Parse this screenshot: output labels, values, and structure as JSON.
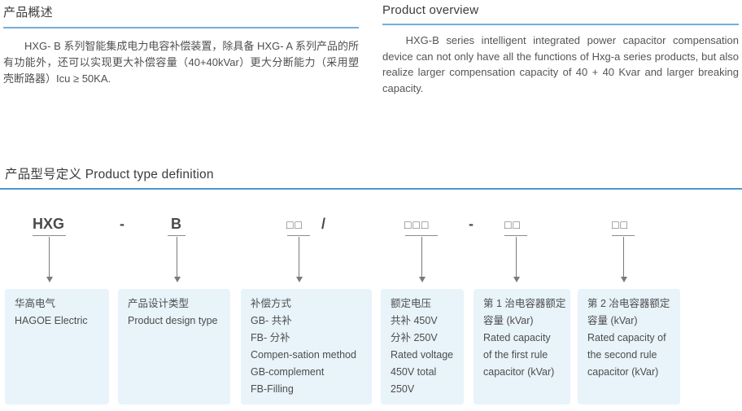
{
  "overview_zh": {
    "title": "产品概述",
    "body": "HXG- B 系列智能集成电力电容补偿装置，除具备 HXG- A 系列产品的所有功能外，还可以实现更大补偿容量（40+40kVar）更大分断能力（采用塑壳断路器）Icu ≥ 50KA."
  },
  "overview_en": {
    "title": "Product overview",
    "body": "HXG-B series intelligent integrated power capacitor compensation device can not only have all the functions of Hxg-a series products, but also realize larger compensation capacity of 40 + 40 Kvar and larger breaking capacity."
  },
  "definition": {
    "title": "产品型号定义 Product type definition",
    "model": {
      "brand": "HXG",
      "dash1": "-",
      "type": "B",
      "squares2": "□□",
      "slash": "/",
      "squares3": "□□□",
      "dash2": "-",
      "squares2a": "□□",
      "squares2b": "□□"
    },
    "boxes": [
      {
        "lines": [
          "华高电气",
          "HAGOE Electric"
        ]
      },
      {
        "lines": [
          "产品设计类型",
          "Product design type"
        ]
      },
      {
        "lines": [
          "补偿方式",
          "GB- 共补",
          "FB- 分补",
          "Compen-sation method",
          "GB-complement",
          "FB-Filling"
        ]
      },
      {
        "lines": [
          "额定电压",
          "共补 450V",
          "分补 250V",
          "Rated voltage",
          "450V total",
          "250V"
        ]
      },
      {
        "lines": [
          "第 1 治电容器额定",
          "容量 (kVar)",
          "Rated capacity",
          "of the first rule",
          "capacitor (kVar)"
        ]
      },
      {
        "lines": [
          "第 2 冶电容器额定",
          "容量 (kVar)",
          "Rated capacity of",
          "the second rule",
          "capacitor (kVar)"
        ]
      }
    ]
  },
  "colors": {
    "accent_blue_rule": "#76afd9",
    "section_divider_blue": "#4f95d1",
    "box_background": "#e8f3fa"
  }
}
